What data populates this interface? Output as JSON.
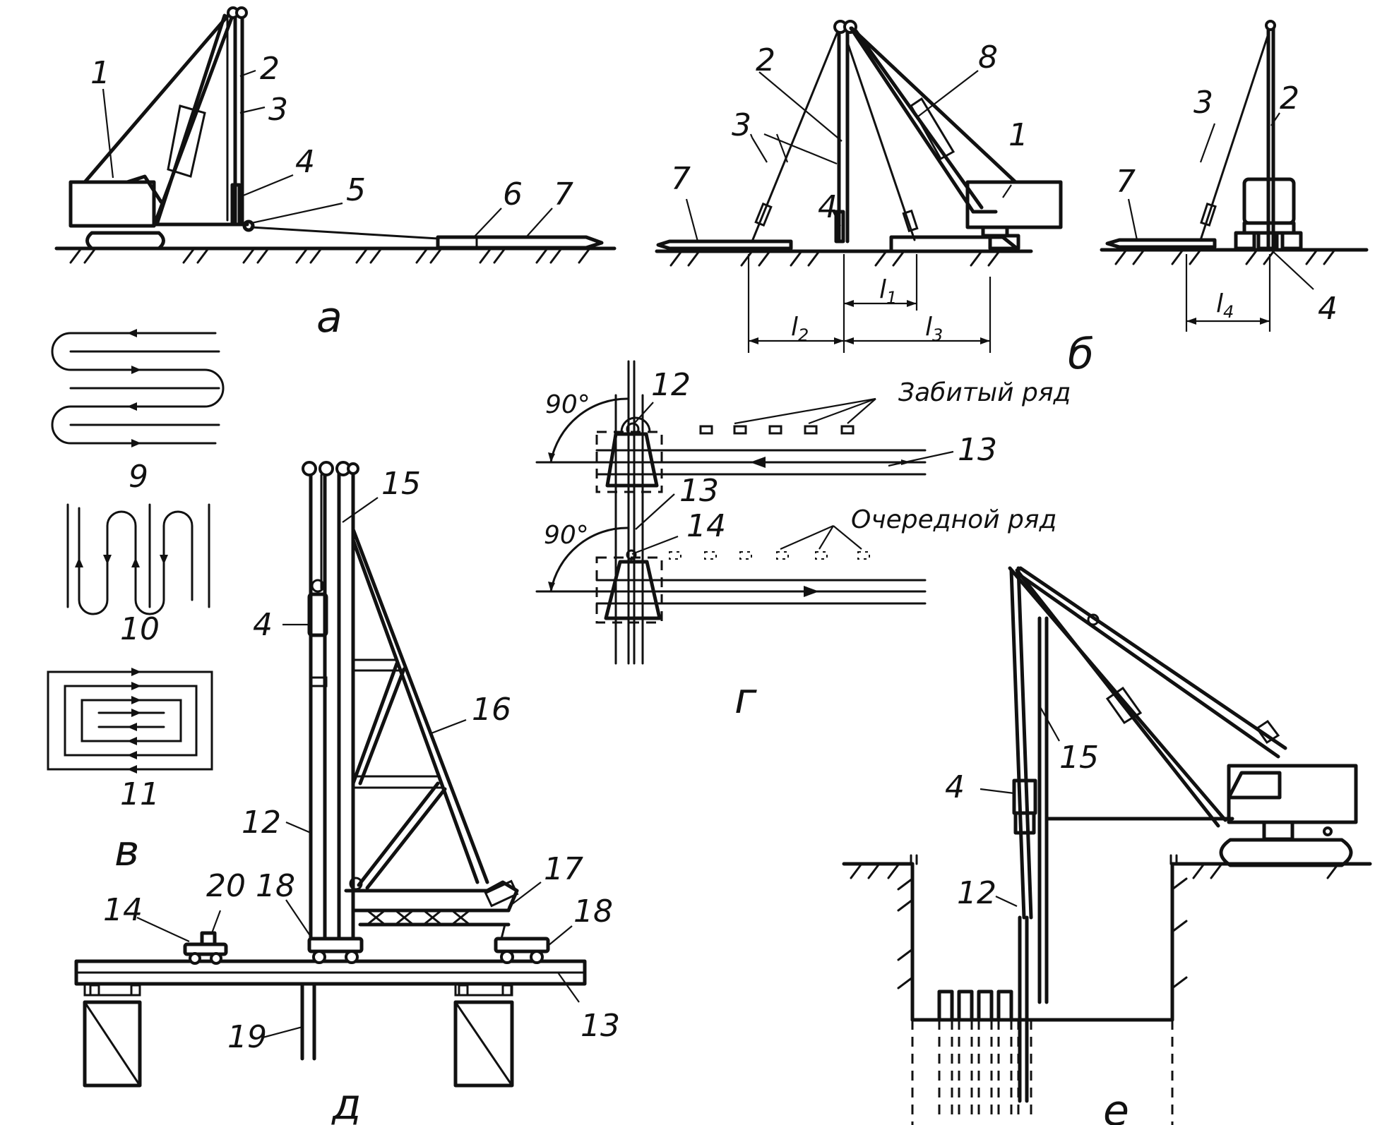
{
  "labels": {
    "n1": "1",
    "n2": "2",
    "n3": "3",
    "n4": "4",
    "n5": "5",
    "n6": "6",
    "n7": "7",
    "n8": "8",
    "n9": "9",
    "n10": "10",
    "n11": "11",
    "n12": "12",
    "n13": "13",
    "n14": "14",
    "n15": "15",
    "n16": "16",
    "n17": "17",
    "n18": "18",
    "n19": "19",
    "n20": "20"
  },
  "captions": {
    "a": "а",
    "b": "б",
    "v": "в",
    "g": "г",
    "d": "д",
    "e": "е"
  },
  "dimensions": {
    "l1": "l",
    "l1_sub": "1",
    "l2": "l",
    "l2_sub": "2",
    "l3": "l",
    "l3_sub": "3",
    "l4": "l",
    "l4_sub": "4"
  },
  "angles": {
    "top": "90°",
    "bottom": "90°"
  },
  "annotations": {
    "driven_row": "Забитый ряд",
    "next_row": "Очередной ряд"
  }
}
